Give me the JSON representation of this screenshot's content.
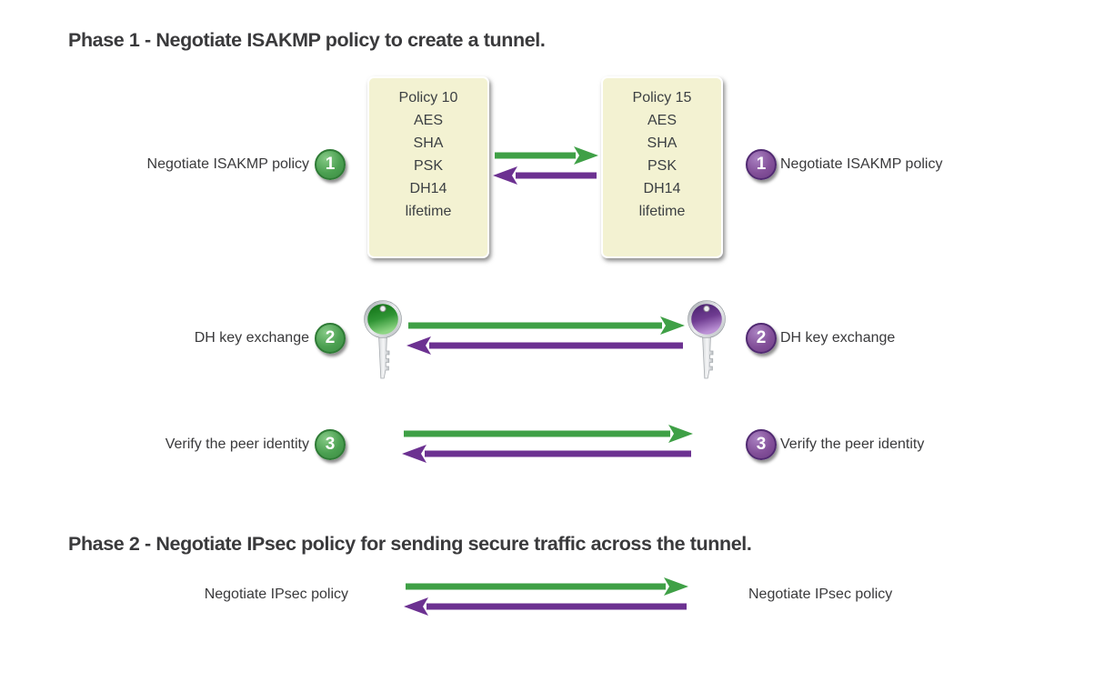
{
  "colors": {
    "green": "#3FA046",
    "purple": "#6C3191",
    "box_fill": "#F3F2D2",
    "text": "#3A3A3C"
  },
  "phase1": {
    "heading": "Phase 1 - Negotiate ISAKMP policy to create a tunnel.",
    "policies": {
      "left": {
        "title": "Policy 10",
        "items": [
          "AES",
          "SHA",
          "PSK",
          "DH14",
          "lifetime"
        ]
      },
      "right": {
        "title": "Policy 15",
        "items": [
          "AES",
          "SHA",
          "PSK",
          "DH14",
          "lifetime"
        ]
      }
    },
    "steps": [
      {
        "number": "1",
        "label": "Negotiate ISAKMP policy"
      },
      {
        "number": "2",
        "label": "DH key exchange"
      },
      {
        "number": "3",
        "label": "Verify the peer identity"
      }
    ]
  },
  "phase2": {
    "heading": "Phase 2 - Negotiate IPsec policy for sending secure traffic across the tunnel.",
    "label": "Negotiate IPsec policy"
  }
}
